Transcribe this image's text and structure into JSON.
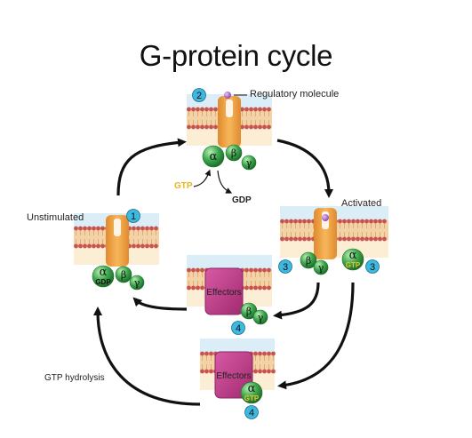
{
  "title": "G-protein cycle",
  "labels": {
    "regulatory_molecule": "Regulatory molecule",
    "activated": "Activated",
    "unstimulated": "Unstimulated",
    "gtp_hydrolysis": "GTP hydrolysis",
    "gtp_in": "GTP",
    "gdp_out": "GDP"
  },
  "subunits": {
    "alpha": "α",
    "beta": "β",
    "gamma": "γ"
  },
  "nucleotides": {
    "gdp": "GDP",
    "gtp": "GTP"
  },
  "effectors": "Effectors",
  "steps": {
    "s1": "1",
    "s2": "2",
    "s3": "3",
    "s4": "4"
  },
  "colors": {
    "membrane_head": "#c8524f",
    "membrane_tail": "#f2d2a6",
    "extracellular": "#dbeef7",
    "cytosol": "#fbeed4",
    "receptor": "#f2a548",
    "subunit_green": "#3da84e",
    "effector": "#c03a88",
    "step_badge": "#3fb8e0",
    "gtp_text": "#f0c020",
    "arrow": "#111111"
  },
  "icons": [
    "regulatory-molecule-icon",
    "cycle-arrow-icon"
  ]
}
